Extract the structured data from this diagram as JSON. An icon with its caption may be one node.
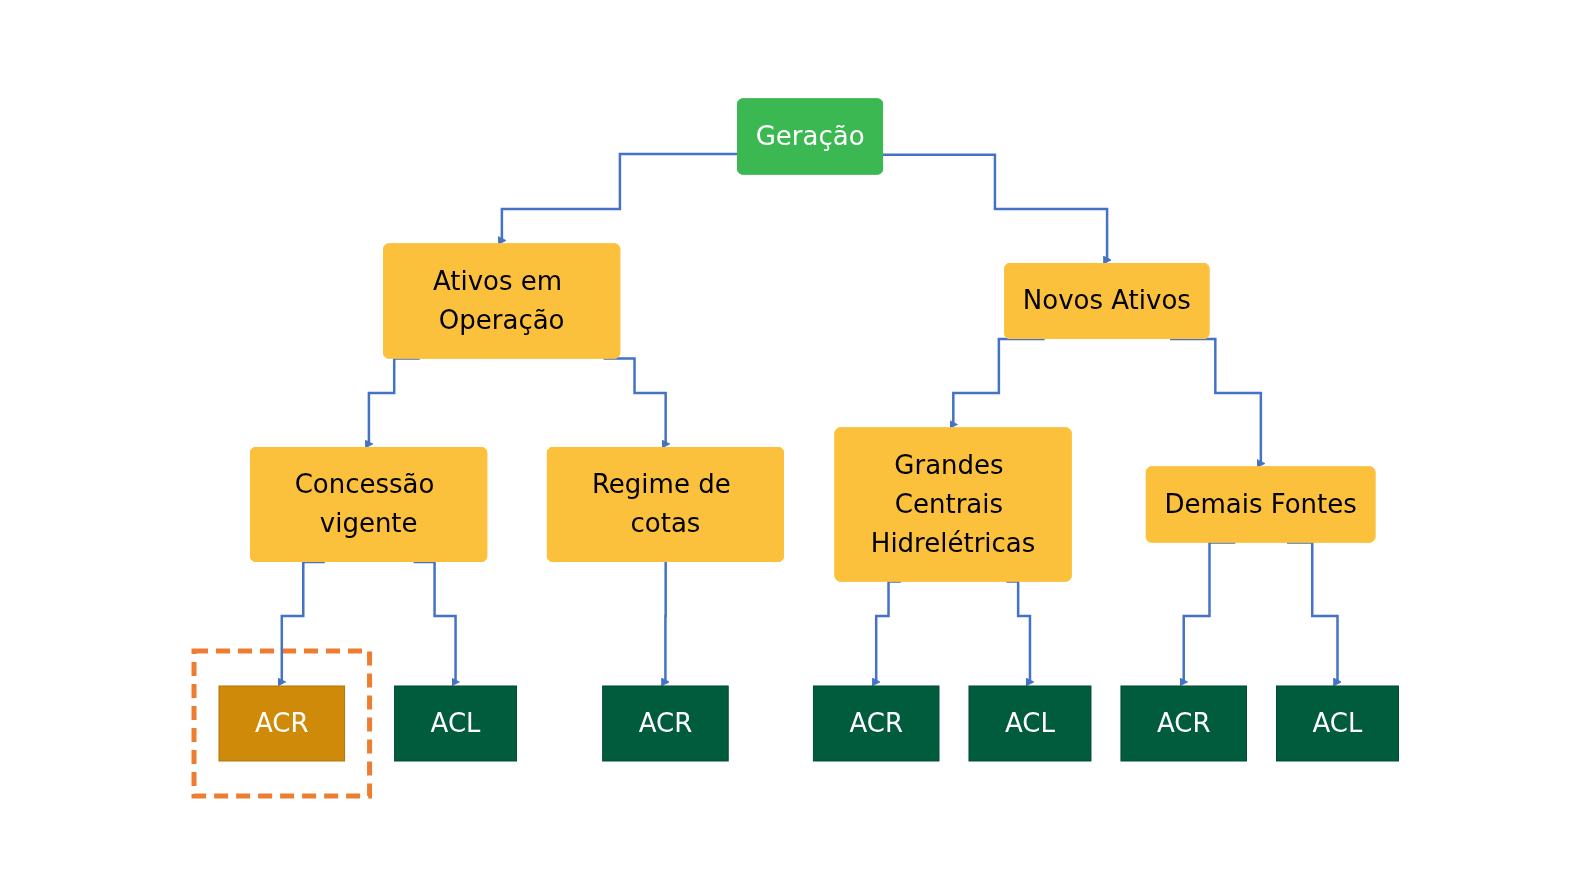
{
  "diagram": {
    "nodes": [
      {
        "text": [
          "Geração"
        ]
      },
      {
        "text": [
          "Ativos em Operação"
        ]
      },
      {
        "text": [
          "Novos Ativos"
        ]
      },
      {
        "text": [
          "Concessão vigente"
        ]
      },
      {
        "text": [
          "Regime de cotas"
        ]
      },
      {
        "text": [
          "Grandes Centrais Hidrelétricas"
        ]
      },
      {
        "text": [
          "Demais Fontes"
        ]
      },
      {
        "text": [],
        "shape": "box"
      },
      {
        "text": [
          "ACR"
        ],
        "in": 7
      },
      {
        "text": [
          "ACL"
        ]
      },
      {
        "text": [
          "ACR"
        ]
      },
      {
        "text": [
          "ACR"
        ]
      },
      {
        "text": [
          "ACL"
        ]
      },
      {
        "text": [
          "ACR"
        ]
      },
      {
        "text": [
          "ACL"
        ]
      }
    ],
    "edges": [
      {
        "from": 0,
        "to": 1,
        "arrow": "to"
      },
      {
        "from": 0,
        "to": 2,
        "arrow": "to"
      },
      {
        "from": 1,
        "to": 3,
        "arrow": "to"
      },
      {
        "from": 1,
        "to": 4,
        "arrow": "to"
      },
      {
        "from": 2,
        "to": 5,
        "arrow": "to"
      },
      {
        "from": 2,
        "to": 6,
        "arrow": "to"
      },
      {
        "from": 3,
        "to": 8,
        "arrow": "to"
      },
      {
        "from": 3,
        "to": 9,
        "arrow": "to"
      },
      {
        "from": 4,
        "to": 10,
        "arrow": "to"
      },
      {
        "from": 5,
        "to": 11,
        "arrow": "to"
      },
      {
        "from": 5,
        "to": 12,
        "arrow": "to"
      },
      {
        "from": 6,
        "to": 13,
        "arrow": "to"
      },
      {
        "from": 6,
        "to": 14,
        "arrow": "to"
      }
    ]
  }
}
